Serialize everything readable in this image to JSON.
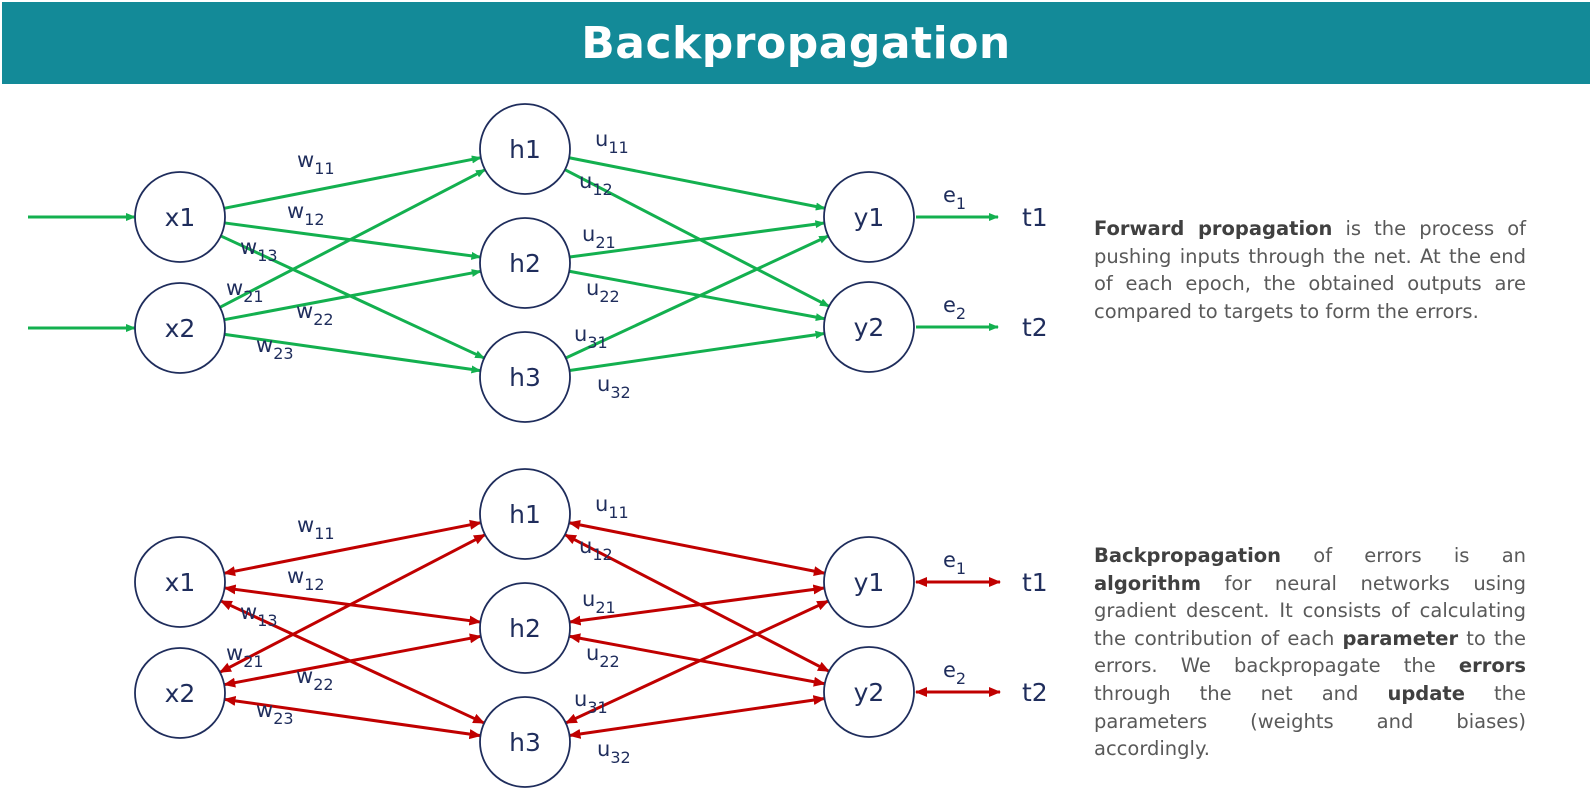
{
  "title": "Backpropagation",
  "colors": {
    "header_bg": "#138a98",
    "forward_arrow": "#13b04f",
    "backward_arrow": "#c00000",
    "node_stroke": "#1f2d5c",
    "text": "#595959"
  },
  "nodes": {
    "inputs": [
      "x1",
      "x2"
    ],
    "hidden": [
      "h1",
      "h2",
      "h3"
    ],
    "outputs": [
      "y1",
      "y2"
    ],
    "targets": [
      "t1",
      "t2"
    ]
  },
  "weights": {
    "w": [
      {
        "base": "w",
        "sub": "11"
      },
      {
        "base": "w",
        "sub": "12"
      },
      {
        "base": "w",
        "sub": "13"
      },
      {
        "base": "w",
        "sub": "21"
      },
      {
        "base": "w",
        "sub": "22"
      },
      {
        "base": "w",
        "sub": "23"
      }
    ],
    "u": [
      {
        "base": "u",
        "sub": "11"
      },
      {
        "base": "u",
        "sub": "12"
      },
      {
        "base": "u",
        "sub": "21"
      },
      {
        "base": "u",
        "sub": "22"
      },
      {
        "base": "u",
        "sub": "31"
      },
      {
        "base": "u",
        "sub": "32"
      }
    ],
    "e": [
      {
        "base": "e",
        "sub": "1"
      },
      {
        "base": "e",
        "sub": "2"
      }
    ]
  },
  "forward": {
    "bold": "Forward propagation",
    "text": " is the process of pushing inputs through the net. At the end of each epoch, the obtained outputs are compared to targets to form the errors."
  },
  "backward": {
    "b1": "Backpropagation",
    "t1": " of errors is an ",
    "b2": "algorithm",
    "t2": " for neural networks using gradient descent. It consists of calculating the contribution of each ",
    "b3": "parameter",
    "t3": " to the errors. We backpropagate the ",
    "b4": "errors",
    "t4": " through the net and ",
    "b5": "update",
    "t5": " the parameters (weights and biases) accordingly."
  }
}
